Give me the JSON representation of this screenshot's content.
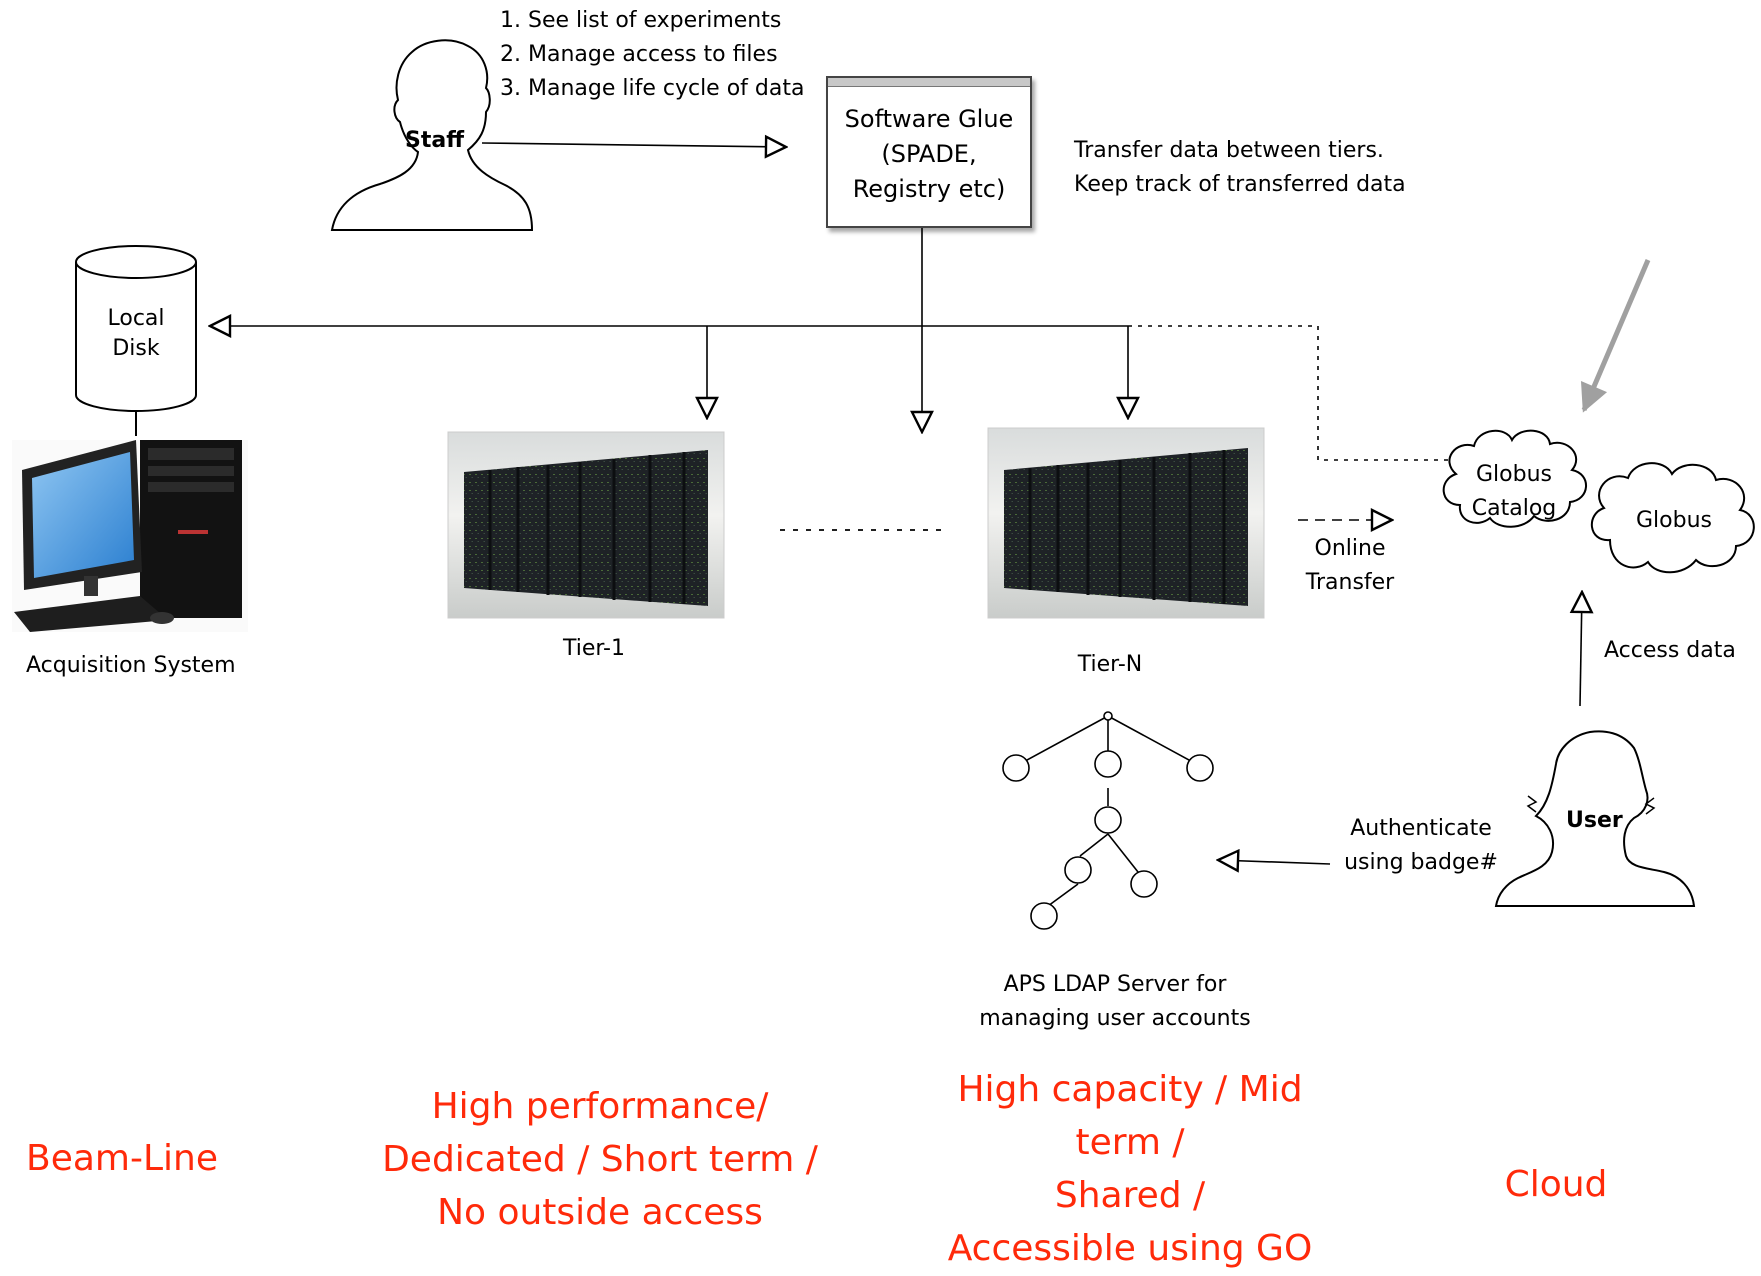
{
  "staff": {
    "label": "Staff",
    "tasks": [
      "1. See list of experiments",
      "2. Manage access to files",
      "3. Manage life cycle of data"
    ]
  },
  "software_glue": {
    "label": "Software Glue\n(SPADE,\nRegistry etc)",
    "description": [
      "Transfer data between tiers.",
      "Keep track of transferred data"
    ]
  },
  "local_disk": {
    "label_line1": "Local",
    "label_line2": "Disk"
  },
  "acquisition_system": {
    "label": "Acquisition System"
  },
  "tier1": {
    "label": "Tier-1"
  },
  "tierN": {
    "label": "Tier-N"
  },
  "online_transfer": {
    "label_line1": "Online",
    "label_line2": "Transfer"
  },
  "globus_catalog": {
    "label_line1": "Globus",
    "label_line2": "Catalog"
  },
  "globus": {
    "label": "Globus"
  },
  "access_data": {
    "label": "Access data"
  },
  "user": {
    "label": "User"
  },
  "authenticate": {
    "label_line1": "Authenticate",
    "label_line2": "using badge#"
  },
  "ldap": {
    "label_line1": "APS LDAP Server for",
    "label_line2": "managing user accounts"
  },
  "zones": {
    "beamline": "Beam-Line",
    "tier1_line1": "High performance/",
    "tier1_line2": "Dedicated / Short term /",
    "tier1_line3": "No outside access",
    "tierN_line1": "High capacity / Mid",
    "tierN_line2": "term /",
    "tierN_line3": "Shared /",
    "tierN_line4": "Accessible using GO",
    "cloud": "Cloud"
  },
  "colors": {
    "zone_text": "#ff2a0a",
    "line": "#000000",
    "gray_arrow": "#a0a0a0"
  }
}
